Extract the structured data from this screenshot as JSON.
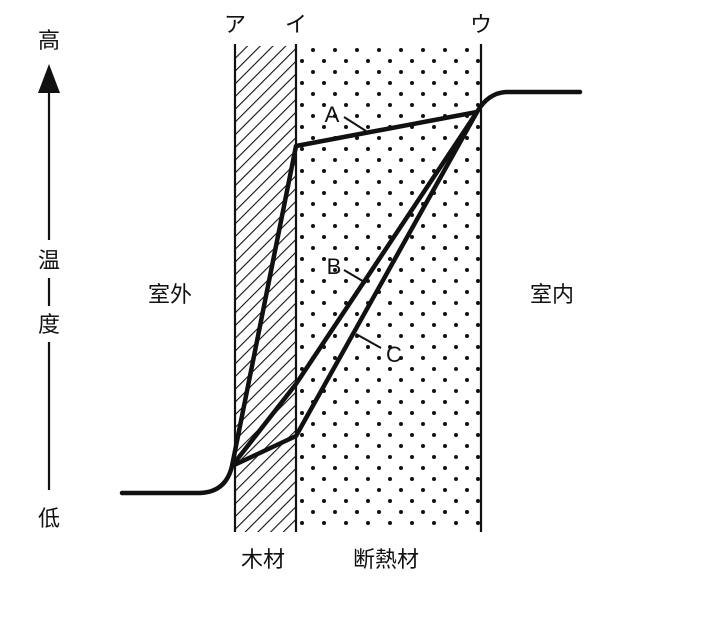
{
  "axis": {
    "high": "高",
    "temperature_chars": [
      "温",
      "度"
    ],
    "low": "低"
  },
  "boundaries": {
    "a": "ア",
    "i": "イ",
    "u": "ウ"
  },
  "regions": {
    "outside": "室外",
    "inside": "室内"
  },
  "materials": {
    "wood": "木材",
    "insulation": "断熱材"
  },
  "lines": {
    "a": "A",
    "b": "B",
    "c": "C"
  },
  "colors": {
    "ink": "#111111",
    "background": "#ffffff"
  }
}
